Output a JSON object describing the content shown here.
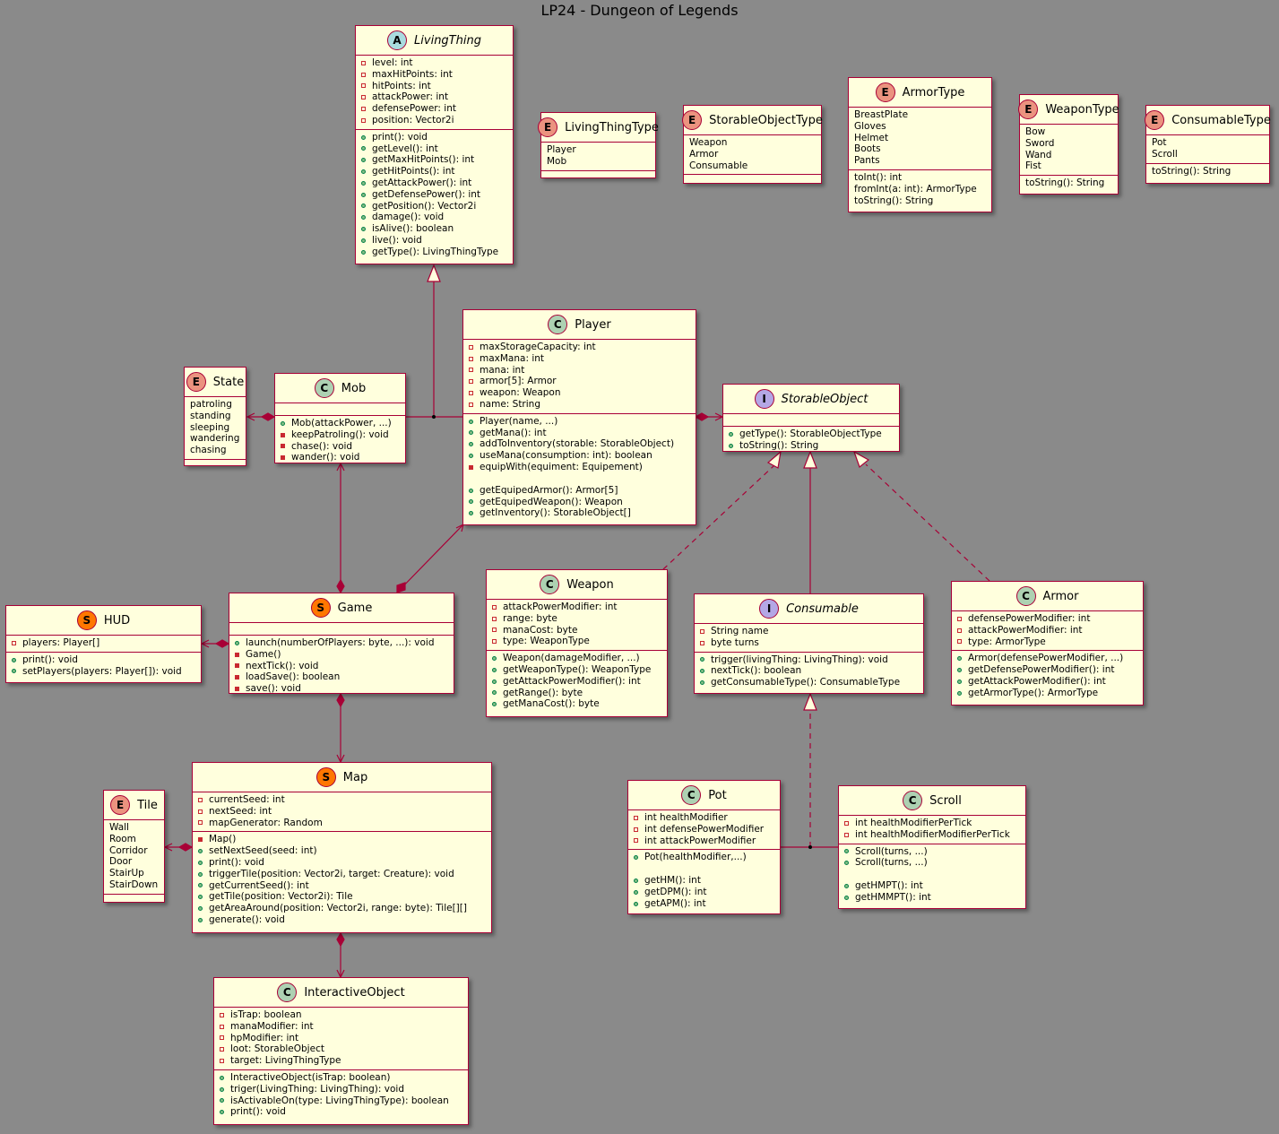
{
  "title": "LP24 - Dungeon of Legends",
  "classes": {
    "livingthing": {
      "name": "LivingThing",
      "stereo": "A",
      "fields": [
        [
          "pri",
          "level: int"
        ],
        [
          "pri",
          "maxHitPoints: int"
        ],
        [
          "pri",
          "hitPoints: int"
        ],
        [
          "pri",
          "attackPower: int"
        ],
        [
          "pri",
          "defensePower: int"
        ],
        [
          "pri",
          "position: Vector2i"
        ]
      ],
      "methods": [
        [
          "pub",
          "print(): void"
        ],
        [
          "pub",
          "getLevel(): int"
        ],
        [
          "pub",
          "getMaxHitPoints(): int"
        ],
        [
          "pub",
          "getHitPoints(): int"
        ],
        [
          "pub",
          "getAttackPower(): int"
        ],
        [
          "pub",
          "getDefensePower(): int"
        ],
        [
          "pub",
          "getPosition(): Vector2i"
        ],
        [
          "pub",
          "damage(): void"
        ],
        [
          "pub",
          "isAlive(): boolean"
        ],
        [
          "pub",
          "live(): void"
        ],
        [
          "pub",
          "getType(): LivingThingType"
        ]
      ]
    },
    "livingthingtype": {
      "name": "LivingThingType",
      "stereo": "E",
      "literals": [
        "Player",
        "Mob"
      ]
    },
    "storableobjecttype": {
      "name": "StorableObjectType",
      "stereo": "E",
      "literals": [
        "Weapon",
        "Armor",
        "Consumable"
      ]
    },
    "armortype": {
      "name": "ArmorType",
      "stereo": "E",
      "literals": [
        "BreastPlate",
        "Gloves",
        "Helmet",
        "Boots",
        "Pants"
      ],
      "methods": [
        "toInt(): int",
        "fromInt(a: int): ArmorType",
        "toString(): String"
      ]
    },
    "weapontype": {
      "name": "WeaponType",
      "stereo": "E",
      "literals": [
        "Bow",
        "Sword",
        "Wand",
        "Fist"
      ],
      "methods": [
        "toString(): String"
      ]
    },
    "consumabletype": {
      "name": "ConsumableType",
      "stereo": "E",
      "literals": [
        "Pot",
        "Scroll"
      ],
      "methods": [
        "toString(): String"
      ]
    },
    "state": {
      "name": "State",
      "stereo": "E",
      "literals": [
        "patroling",
        "standing",
        "sleeping",
        "wandering",
        "chasing"
      ]
    },
    "mob": {
      "name": "Mob",
      "stereo": "C",
      "methods": [
        [
          "pub",
          "Mob(attackPower, ...)"
        ],
        [
          "prif",
          "keepPatroling(): void"
        ],
        [
          "prif",
          "chase(): void"
        ],
        [
          "prif",
          "wander(): void"
        ]
      ]
    },
    "player": {
      "name": "Player",
      "stereo": "C",
      "fields": [
        [
          "pri",
          "maxStorageCapacity: int"
        ],
        [
          "pri",
          "maxMana: int"
        ],
        [
          "pri",
          "mana: int"
        ],
        [
          "pri",
          "armor[5]: Armor"
        ],
        [
          "pri",
          "weapon: Weapon"
        ],
        [
          "pri",
          "name: String"
        ]
      ],
      "methods": [
        [
          "pub",
          "Player(name, ...)"
        ],
        [
          "pub",
          "getMana(): int"
        ],
        [
          "pub",
          "addToInventory(storable: StorableObject)"
        ],
        [
          "pub",
          "useMana(consumption: int): boolean"
        ],
        [
          "prif",
          "equipWith(equiment: Equipement)"
        ],
        [
          "gap",
          ""
        ],
        [
          "pub",
          "getEquipedArmor(): Armor[5]"
        ],
        [
          "pub",
          "getEquipedWeapon(): Weapon"
        ],
        [
          "pub",
          "getInventory(): StorableObject[]"
        ]
      ]
    },
    "storableobject": {
      "name": "StorableObject",
      "stereo": "I",
      "methods": [
        [
          "pub",
          "getType(): StorableObjectType"
        ],
        [
          "pub",
          "toString(): String"
        ]
      ]
    },
    "hud": {
      "name": "HUD",
      "stereo": "S",
      "fields": [
        [
          "pri",
          "players: Player[]"
        ]
      ],
      "methods": [
        [
          "pub",
          "print(): void"
        ],
        [
          "pub",
          "setPlayers(players: Player[]): void"
        ]
      ]
    },
    "game": {
      "name": "Game",
      "stereo": "S",
      "methods": [
        [
          "pub",
          "launch(numberOfPlayers: byte, ...): void"
        ],
        [
          "prif",
          "Game()"
        ],
        [
          "prif",
          "nextTick(): void"
        ],
        [
          "prif",
          "loadSave(): boolean"
        ],
        [
          "prif",
          "save(): void"
        ]
      ]
    },
    "weapon": {
      "name": "Weapon",
      "stereo": "C",
      "fields": [
        [
          "pri",
          "attackPowerModifier: int"
        ],
        [
          "pri",
          "range: byte"
        ],
        [
          "pri",
          "manaCost: byte"
        ],
        [
          "pri",
          "type: WeaponType"
        ]
      ],
      "methods": [
        [
          "pub",
          "Weapon(damageModifier, ...)"
        ],
        [
          "pub",
          "getWeaponType(): WeaponType"
        ],
        [
          "pub",
          "getAttackPowerModifier(): int"
        ],
        [
          "pub",
          "getRange(): byte"
        ],
        [
          "pub",
          "getManaCost(): byte"
        ]
      ]
    },
    "consumable": {
      "name": "Consumable",
      "stereo": "I",
      "fields": [
        [
          "pri",
          "String name"
        ],
        [
          "pri",
          "byte turns"
        ]
      ],
      "methods": [
        [
          "pub",
          "trigger(livingThing: LivingThing): void"
        ],
        [
          "pub",
          "nextTick(): boolean"
        ],
        [
          "pub",
          "getConsumableType(): ConsumableType"
        ]
      ]
    },
    "armor": {
      "name": "Armor",
      "stereo": "C",
      "fields": [
        [
          "pri",
          "defensePowerModifier: int"
        ],
        [
          "pri",
          "attackPowerModifier: int"
        ],
        [
          "pri",
          "type: ArmorType"
        ]
      ],
      "methods": [
        [
          "pub",
          "Armor(defensePowerModifier, ...)"
        ],
        [
          "pub",
          "getDefensePowerModifier(): int"
        ],
        [
          "pub",
          "getAttackPowerModifier(): int"
        ],
        [
          "pub",
          "getArmorType(): ArmorType"
        ]
      ]
    },
    "tile": {
      "name": "Tile",
      "stereo": "E",
      "literals": [
        "Wall",
        "Room",
        "Corridor",
        "Door",
        "StairUp",
        "StairDown"
      ]
    },
    "map": {
      "name": "Map",
      "stereo": "S",
      "fields": [
        [
          "pri",
          "currentSeed: int"
        ],
        [
          "pri",
          "nextSeed: int"
        ],
        [
          "pri",
          "mapGenerator: Random"
        ]
      ],
      "methods": [
        [
          "prif",
          "Map()"
        ],
        [
          "pub",
          "setNextSeed(seed: int)"
        ],
        [
          "pub",
          "print(): void"
        ],
        [
          "pub",
          "triggerTile(position: Vector2i, target: Creature): void"
        ],
        [
          "pub",
          "getCurrentSeed(): int"
        ],
        [
          "pub",
          "getTile(position: Vector2i): Tile"
        ],
        [
          "pub",
          "getAreaAround(position: Vector2i, range: byte): Tile[][]"
        ],
        [
          "pub",
          "generate(): void"
        ]
      ]
    },
    "pot": {
      "name": "Pot",
      "stereo": "C",
      "fields": [
        [
          "pri",
          "int healthModifier"
        ],
        [
          "pri",
          "int defensePowerModifier"
        ],
        [
          "pri",
          "int attackPowerModifier"
        ]
      ],
      "methods": [
        [
          "pub",
          "Pot(healthModifier,...)"
        ],
        [
          "gap",
          ""
        ],
        [
          "pub",
          "getHM(): int"
        ],
        [
          "pub",
          "getDPM(): int"
        ],
        [
          "pub",
          "getAPM(): int"
        ]
      ]
    },
    "scroll": {
      "name": "Scroll",
      "stereo": "C",
      "fields": [
        [
          "pri",
          "int healthModifierPerTick"
        ],
        [
          "pri",
          "int healthModifierModifierPerTick"
        ]
      ],
      "methods": [
        [
          "pub",
          "Scroll(turns, ...)"
        ],
        [
          "pub",
          "Scroll(turns, ...)"
        ],
        [
          "gap",
          ""
        ],
        [
          "pub",
          "getHMPT(): int"
        ],
        [
          "pub",
          "getHMMPT(): int"
        ]
      ]
    },
    "interactiveobject": {
      "name": "InteractiveObject",
      "stereo": "C",
      "fields": [
        [
          "pri",
          "isTrap: boolean"
        ],
        [
          "pri",
          "manaModifier: int"
        ],
        [
          "pri",
          "hpModifier: int"
        ],
        [
          "pri",
          "loot: StorableObject"
        ],
        [
          "pri",
          "target: LivingThingType"
        ]
      ],
      "methods": [
        [
          "pub",
          "InteractiveObject(isTrap: boolean)"
        ],
        [
          "pub",
          "triger(LivingThing: LivingThing): void"
        ],
        [
          "pub",
          "isActivableOn(type: LivingThingType): boolean"
        ],
        [
          "pub",
          "print(): void"
        ]
      ]
    }
  },
  "colors": {
    "background": "#8a8a8a",
    "box_fill": "#ffffdd",
    "border": "#a80036"
  }
}
